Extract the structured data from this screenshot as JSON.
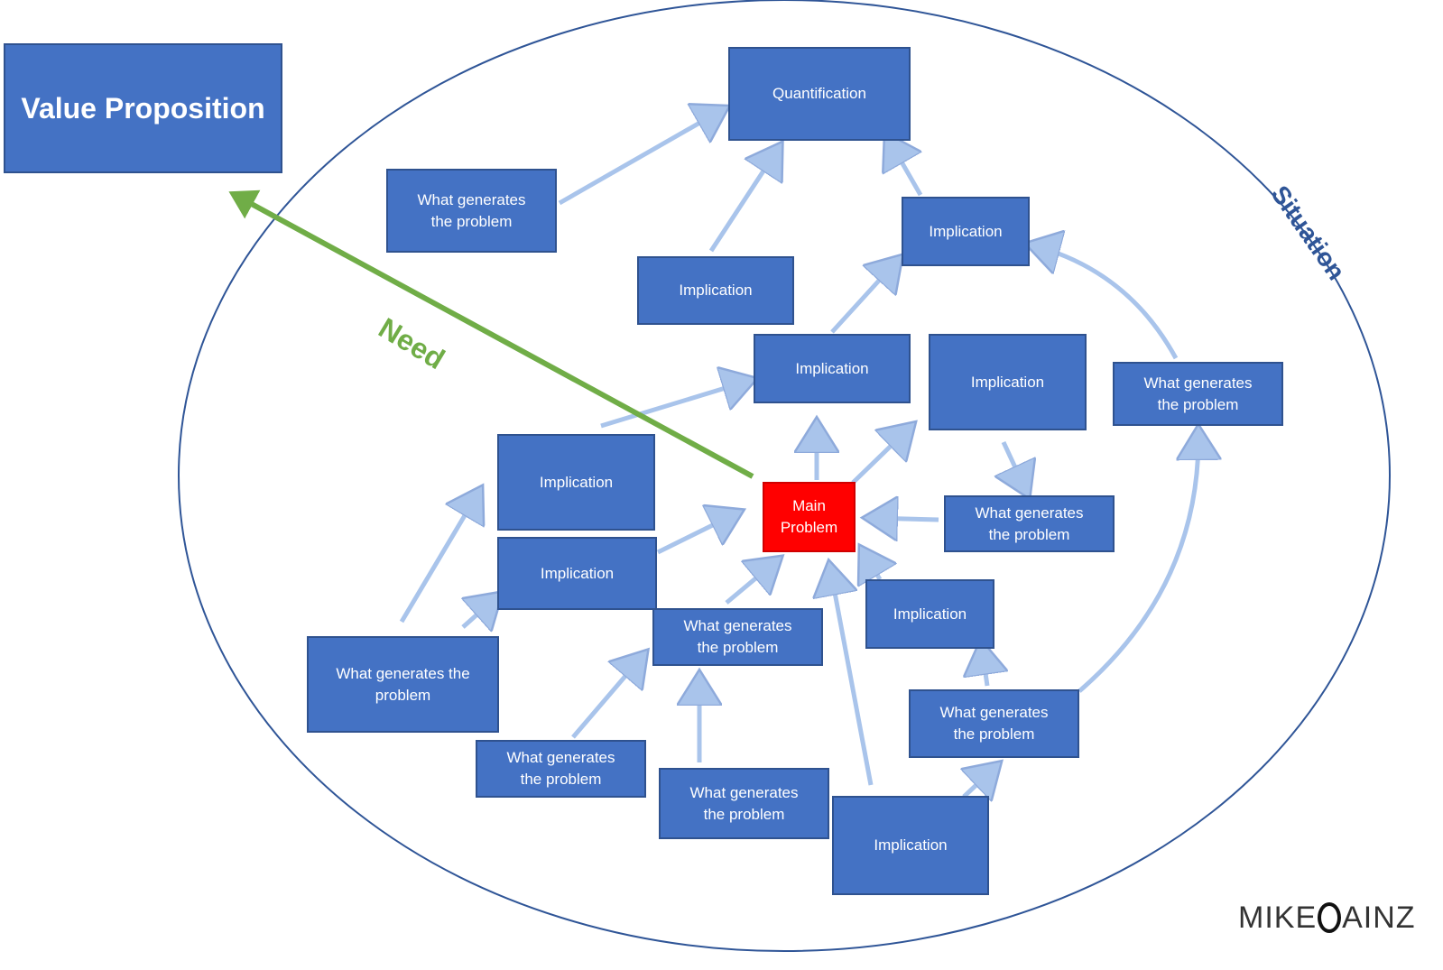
{
  "value_proposition": "Value Proposition",
  "need_label": "Need",
  "situation_label": "Situation",
  "brand": {
    "left": "MIKE",
    "right": "AINZ"
  },
  "boxes": {
    "quantification": "Quantification",
    "impl_top_right": "Implication",
    "impl_top_mid": "Implication",
    "what_top_left": "What  generates\nthe problem",
    "impl_center": "Implication",
    "impl_center_right": "Implication",
    "what_right": "What  generates\nthe problem",
    "impl_left_upper": "Implication",
    "impl_left_lower": "Implication",
    "main_problem": "Main\nProblem",
    "what_mid_right": "What  generates\nthe problem",
    "what_left_bottom": "What  generates the\nproblem",
    "what_center": "What  generates\nthe problem",
    "impl_lower_right": "Implication",
    "what_lower_right": "What  generates\nthe problem",
    "what_bottom_left": "What  generates\nthe problem",
    "what_bottom_mid": "What  generates\nthe problem",
    "impl_bottom": "Implication"
  },
  "colors": {
    "box_fill": "#4472C4",
    "box_border": "#2F528F",
    "main_problem": "#FF0000",
    "arrow": "#A9C4EB",
    "need_arrow": "#70AD47",
    "ellipse": "#2F5597"
  }
}
